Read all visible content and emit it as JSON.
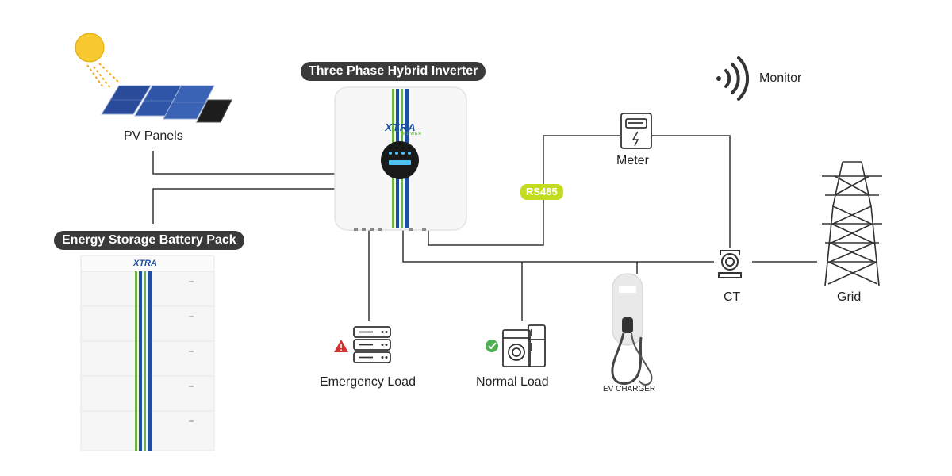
{
  "title": "Three Phase Hybrid Inverter",
  "battery": {
    "title": "Energy Storage Battery Pack",
    "brand": "XTRA"
  },
  "inverter": {
    "brand": "XTRA",
    "sub": "POWER"
  },
  "labels": {
    "pv": "PV Panels",
    "monitor": "Monitor",
    "meter": "Meter",
    "rs485": "RS485",
    "grid": "Grid",
    "ct": "CT",
    "emergency": "Emergency Load",
    "normal": "Normal Load",
    "ev": "EV CHARGER"
  },
  "colors": {
    "line": "#333333",
    "pill": "#3a3a3a",
    "rs485": "#c3dc1e",
    "stripe_green": "#6cb33f",
    "stripe_blue": "#1e4fa0",
    "sun": "#f7c830",
    "warning": "#d32f2f",
    "ok": "#4caf50"
  }
}
